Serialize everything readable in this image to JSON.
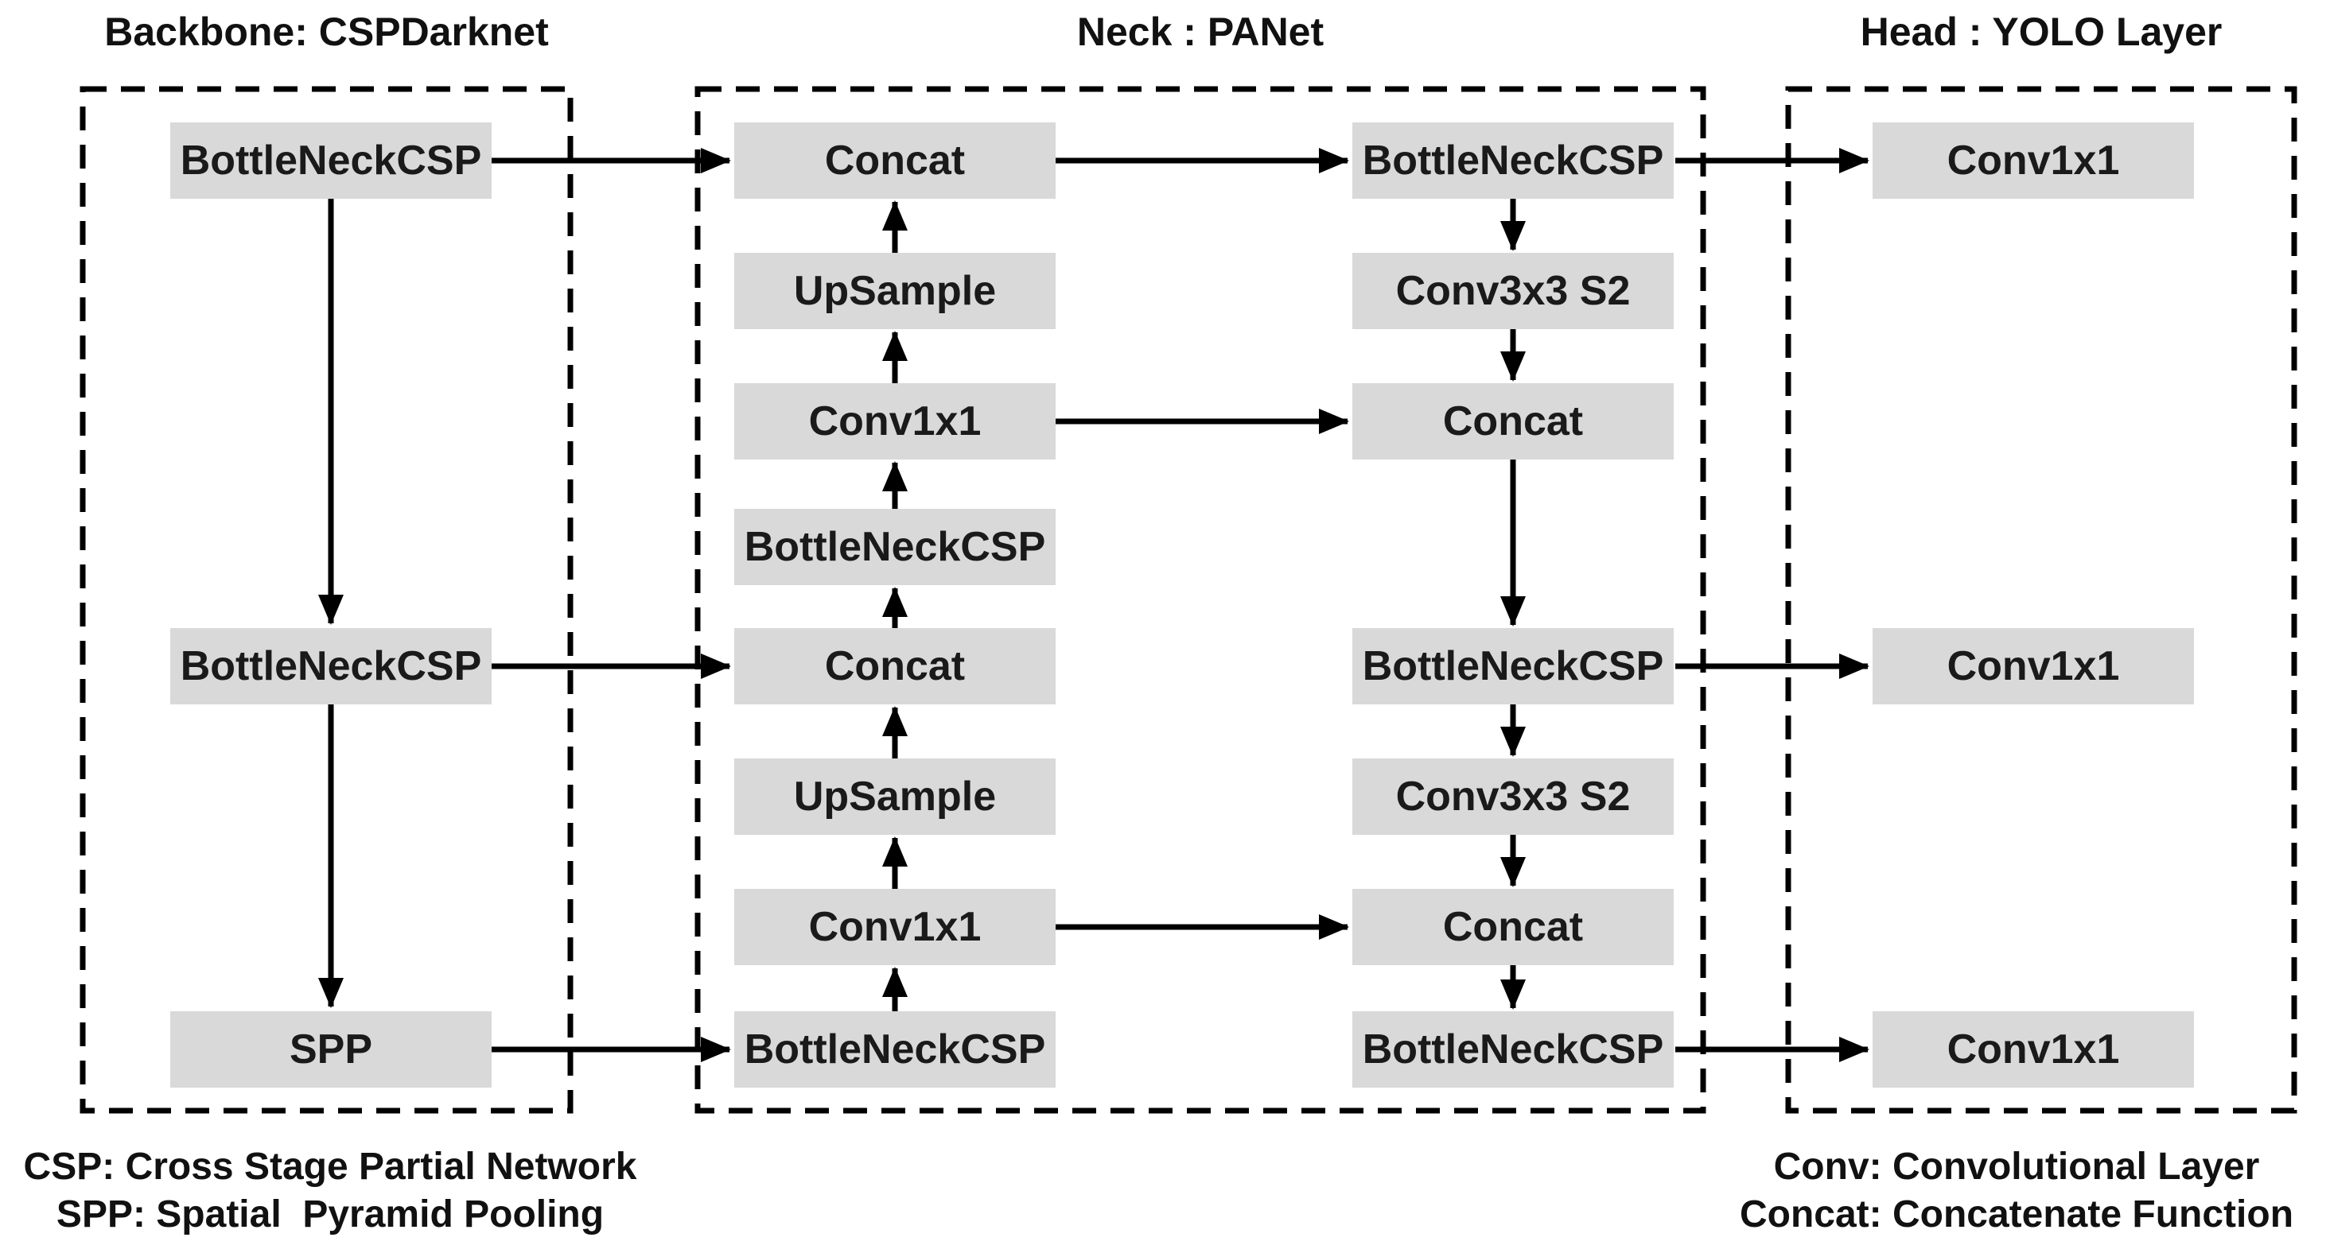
{
  "titles": {
    "backbone": "Backbone: CSPDarknet",
    "neck": "Neck : PANet",
    "head": "Head : YOLO Layer"
  },
  "backbone_nodes": [
    "BottleNeckCSP",
    "BottleNeckCSP",
    "SPP"
  ],
  "neck_left_nodes": [
    "Concat",
    "UpSample",
    "Conv1x1",
    "BottleNeckCSP",
    "Concat",
    "UpSample",
    "Conv1x1",
    "BottleNeckCSP"
  ],
  "neck_right_nodes": [
    "BottleNeckCSP",
    "Conv3x3 S2",
    "Concat",
    "BottleNeckCSP",
    "Conv3x3 S2",
    "Concat",
    "BottleNeckCSP"
  ],
  "head_nodes": [
    "Conv1x1",
    "Conv1x1",
    "Conv1x1"
  ],
  "legend_left_lines": [
    "CSP: Cross Stage Partial Network",
    "SPP: Spatial  Pyramid Pooling"
  ],
  "legend_right_lines": [
    "Conv: Convolutional Layer",
    "Concat: Concatenate Function"
  ],
  "edges": [
    "backbone.BottleNeckCSP(top) -> neck.Concat(top)",
    "backbone.BottleNeckCSP(top) -> backbone.BottleNeckCSP(mid)",
    "backbone.BottleNeckCSP(mid) -> neck.Concat(mid)",
    "backbone.BottleNeckCSP(mid) -> backbone.SPP",
    "backbone.SPP -> neck.BottleNeckCSP(bottom-left)",
    "neck-left upward chain: BottleNeckCSP -> Conv1x1 -> UpSample -> Concat -> BottleNeckCSP -> Conv1x1 -> UpSample -> Concat",
    "neck.Concat(top-left) -> neck.BottleNeckCSP(top-right)",
    "neck.Conv1x1(left) -> neck.Concat(right) x2",
    "neck-right downward chain: BottleNeckCSP -> Conv3x3 S2 -> Concat -> BottleNeckCSP -> Conv3x3 S2 -> Concat -> BottleNeckCSP",
    "neck.BottleNeckCSP(right) -> head.Conv1x1 x3"
  ],
  "colors": {
    "node_fill": "#d9d9d9",
    "line": "#000000",
    "text": "#1a1a1a",
    "background": "#ffffff"
  }
}
